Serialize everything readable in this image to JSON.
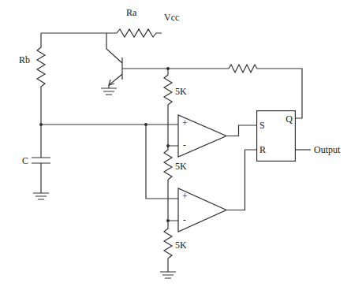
{
  "diagram": {
    "nodes": [
      {
        "text": [
          "+",
          "-"
        ]
      },
      {
        "text": [
          "+",
          "-"
        ]
      },
      {
        "text": [
          "S",
          "R",
          "Q"
        ]
      }
    ],
    "edges": [
      {
        "from": 0,
        "to": 2,
        "arrow": "none"
      },
      {
        "from": 1,
        "to": 2,
        "arrow": "none"
      }
    ],
    "labels": [
      "Ra",
      "Vcc",
      "Rb",
      "C",
      "5K",
      "5K",
      "5K",
      "Output"
    ]
  }
}
